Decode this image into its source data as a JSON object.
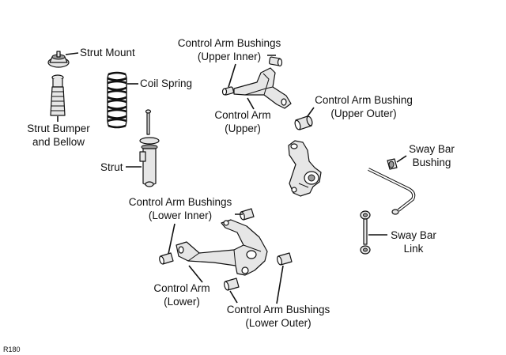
{
  "labels": {
    "strut_mount": "Strut Mount",
    "coil_spring": "Coil Spring",
    "strut_bumper_l1": "Strut Bumper",
    "strut_bumper_l2": "and Bellow",
    "strut": "Strut",
    "cab_upper_inner_l1": "Control Arm Bushings",
    "cab_upper_inner_l2": "(Upper Inner)",
    "ca_upper_l1": "Control Arm",
    "ca_upper_l2": "(Upper)",
    "cab_upper_outer_l1": "Control Arm Bushing",
    "cab_upper_outer_l2": "(Upper Outer)",
    "sway_bushing_l1": "Sway Bar",
    "sway_bushing_l2": "Bushing",
    "sway_link_l1": "Sway Bar",
    "sway_link_l2": "Link",
    "cab_lower_inner_l1": "Control Arm Bushings",
    "cab_lower_inner_l2": "(Lower Inner)",
    "ca_lower_l1": "Control Arm",
    "ca_lower_l2": "(Lower)",
    "cab_lower_outer_l1": "Control Arm Bushings",
    "cab_lower_outer_l2": "(Lower Outer)"
  },
  "figure_id": "R180"
}
